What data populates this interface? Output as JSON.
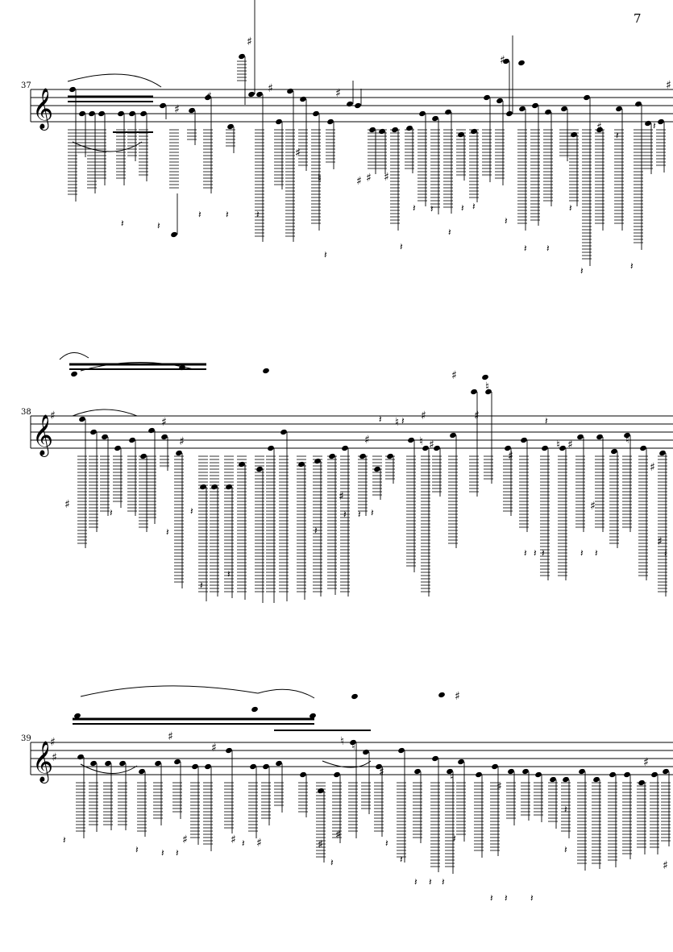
{
  "page": {
    "number": "7"
  },
  "systems": [
    {
      "measure_number": "37",
      "clef": "treble",
      "key_signature": ""
    },
    {
      "measure_number": "38",
      "clef": "treble",
      "key_signature": "F#"
    },
    {
      "measure_number": "39",
      "clef": "treble",
      "key_signature": "F#"
    }
  ],
  "symbols": {
    "sharp": "♯",
    "natural": "♮",
    "treble_clef": "𝄞",
    "rest": "𝄽"
  },
  "colors": {
    "ink": "#000000",
    "paper": "#ffffff"
  }
}
